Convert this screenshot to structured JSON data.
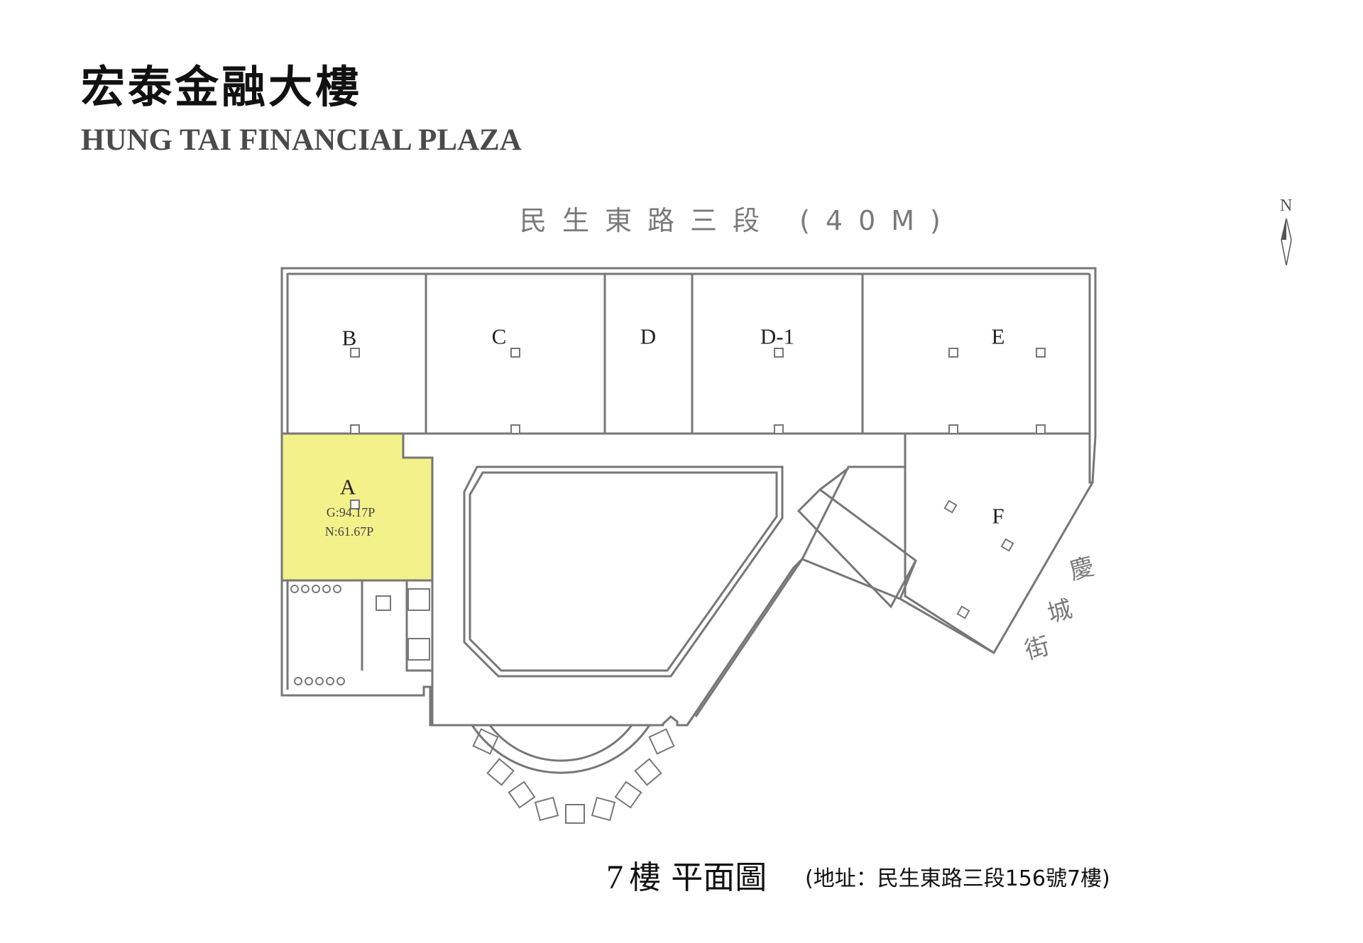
{
  "header": {
    "title_zh": "宏泰金融大樓",
    "title_en": "HUNG TAI FINANCIAL PLAZA"
  },
  "map": {
    "north_label": "N",
    "street_top": "民生東路三段 (40M)",
    "street_side": [
      "慶",
      "城",
      "街"
    ],
    "units": [
      {
        "id": "A",
        "label": "A",
        "gross": "G:94.17P",
        "net": "N:61.67P",
        "highlighted": true
      },
      {
        "id": "B",
        "label": "B"
      },
      {
        "id": "C",
        "label": "C"
      },
      {
        "id": "D",
        "label": "D"
      },
      {
        "id": "D-1",
        "label": "D-1"
      },
      {
        "id": "E",
        "label": "E"
      },
      {
        "id": "F",
        "label": "F"
      }
    ],
    "highlight_color": "#f3f18a"
  },
  "footer": {
    "floor_number": "7",
    "floor_title": "樓 平面圖",
    "address": "(地址：民生東路三段156號7樓)"
  }
}
